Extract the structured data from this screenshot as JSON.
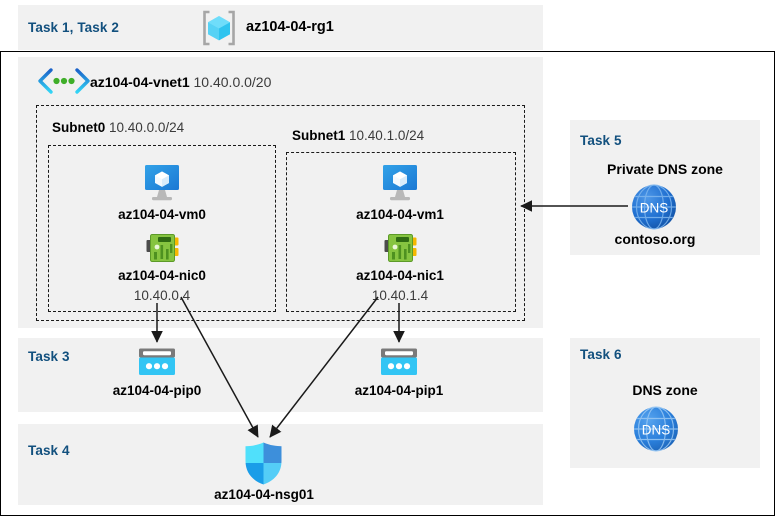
{
  "diagram": {
    "title": "Azure lab architecture diagram",
    "colors": {
      "panel_bg": "#f1f1f1",
      "task_label": "#12507e",
      "azure_blue": "#0078d4",
      "cyan": "#32c5f4",
      "nic_green": "#7ab800",
      "dns_blue": "#1f6fd0",
      "arrow": "#1a1a1a"
    }
  },
  "resource_group": {
    "task_label": "Task 1, Task 2",
    "icon": "resource-group-cube-icon",
    "name": "az104-04-rg1"
  },
  "vnet": {
    "icon": "virtual-network-icon",
    "name": "az104-04-vnet1",
    "address_space": "10.40.0.0/20"
  },
  "subnets": [
    {
      "name": "Subnet0",
      "address_space": "10.40.0.0/24",
      "vm": {
        "icon": "virtual-machine-icon",
        "name": "az104-04-vm0"
      },
      "nic": {
        "icon": "network-interface-icon",
        "name": "az104-04-nic0",
        "ip": "10.40.0.4"
      }
    },
    {
      "name": "Subnet1",
      "address_space": "10.40.1.0/24",
      "vm": {
        "icon": "virtual-machine-icon",
        "name": "az104-04-vm1"
      },
      "nic": {
        "icon": "network-interface-icon",
        "name": "az104-04-nic1",
        "ip": "10.40.1.4"
      }
    }
  ],
  "task3": {
    "task_label": "Task 3",
    "public_ips": [
      {
        "icon": "public-ip-address-icon",
        "name": "az104-04-pip0"
      },
      {
        "icon": "public-ip-address-icon",
        "name": "az104-04-pip1"
      }
    ]
  },
  "task4": {
    "task_label": "Task 4",
    "nsg": {
      "icon": "network-security-group-shield-icon",
      "name": "az104-04-nsg01"
    }
  },
  "task5": {
    "task_label": "Task 5",
    "heading": "Private DNS zone",
    "icon": "dns-zone-globe-icon",
    "icon_text": "DNS",
    "zone_name": "contoso.org"
  },
  "task6": {
    "task_label": "Task 6",
    "heading": "DNS zone",
    "icon": "dns-zone-globe-icon",
    "icon_text": "DNS"
  }
}
